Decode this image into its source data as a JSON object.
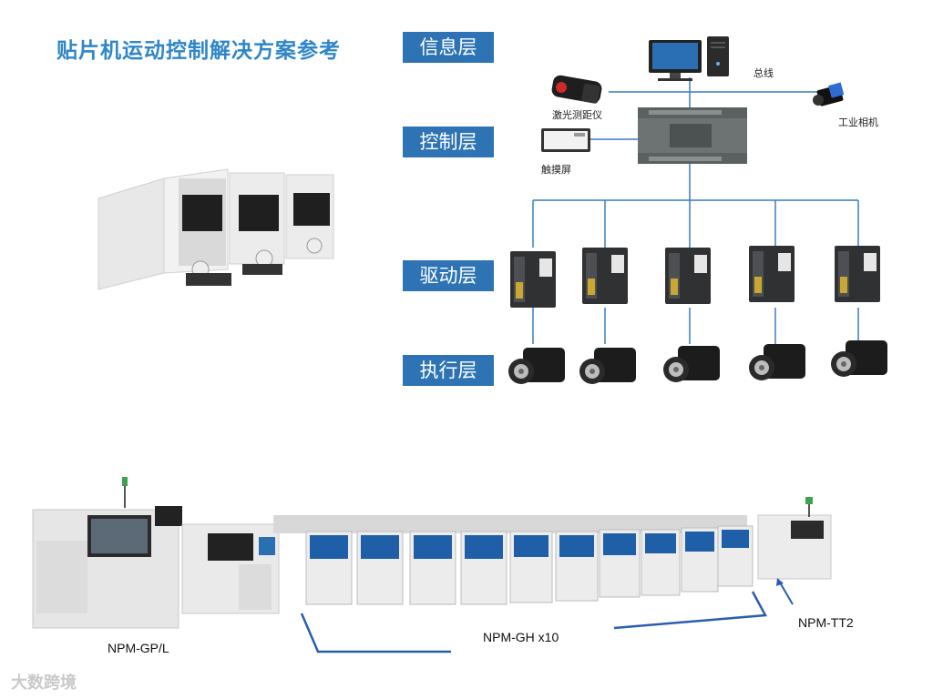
{
  "title": "贴片机运动控制解决方案参考",
  "layers": {
    "info": "信息层",
    "control": "控制层",
    "drive": "驱动层",
    "execute": "执行层"
  },
  "devices": {
    "bus": "总线",
    "laser": "激光测距仪",
    "camera": "工业相机",
    "touchscreen": "触摸屏"
  },
  "production_line": {
    "gp": "NPM-GP/L",
    "gh": "NPM-GH x10",
    "tt2": "NPM-TT2"
  },
  "watermark": "大数跨境",
  "colors": {
    "title": "#2f86c8",
    "layer_box": "#2e74b5",
    "lines": "#3a7cc2"
  }
}
